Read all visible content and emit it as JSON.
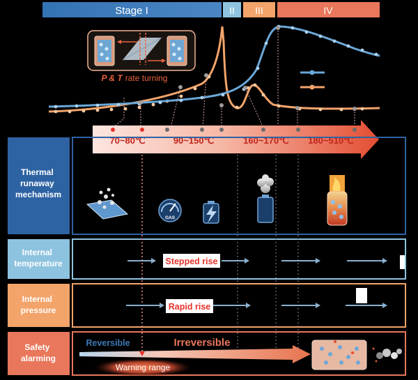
{
  "stages": [
    {
      "label": "Stage I",
      "color": "#3c79b6"
    },
    {
      "label": "II",
      "color": "#8ec3e0"
    },
    {
      "label": "III",
      "color": "#f2a46a"
    },
    {
      "label": "IV",
      "color": "#e9775b"
    }
  ],
  "inset_caption_prefix": "P & T",
  "inset_caption_suffix": "rate turning",
  "temperature_ranges": [
    "70~80℃",
    "90~150℃",
    "160~170℃",
    "180~510℃"
  ],
  "rows": [
    {
      "label": "Thermal runaway mechanism",
      "lines": [
        "Thermal",
        "runaway",
        "mechanism"
      ],
      "color": "#2e63a3"
    },
    {
      "label": "Internal temperature",
      "lines": [
        "Internal",
        "temperature"
      ],
      "color": "#8ec3e0"
    },
    {
      "label": "Internal pressure",
      "lines": [
        "Internal",
        "pressure"
      ],
      "color": "#f2a46a"
    },
    {
      "label": "Safety alarming",
      "lines": [
        "Safety",
        "alarming"
      ],
      "color": "#e9775b"
    }
  ],
  "gas_icon_label": "GAS",
  "temperature_change": "Stepped rise",
  "pressure_change": "Rapid rise",
  "alarm": {
    "reversible": "Reversible",
    "irreversible": "Irreversible",
    "warning": "Warning range"
  },
  "colors": {
    "temperature_curve": "#6aa7d8",
    "pressure_curve": "#f2a46a",
    "highlight_text": "#e8322a"
  }
}
